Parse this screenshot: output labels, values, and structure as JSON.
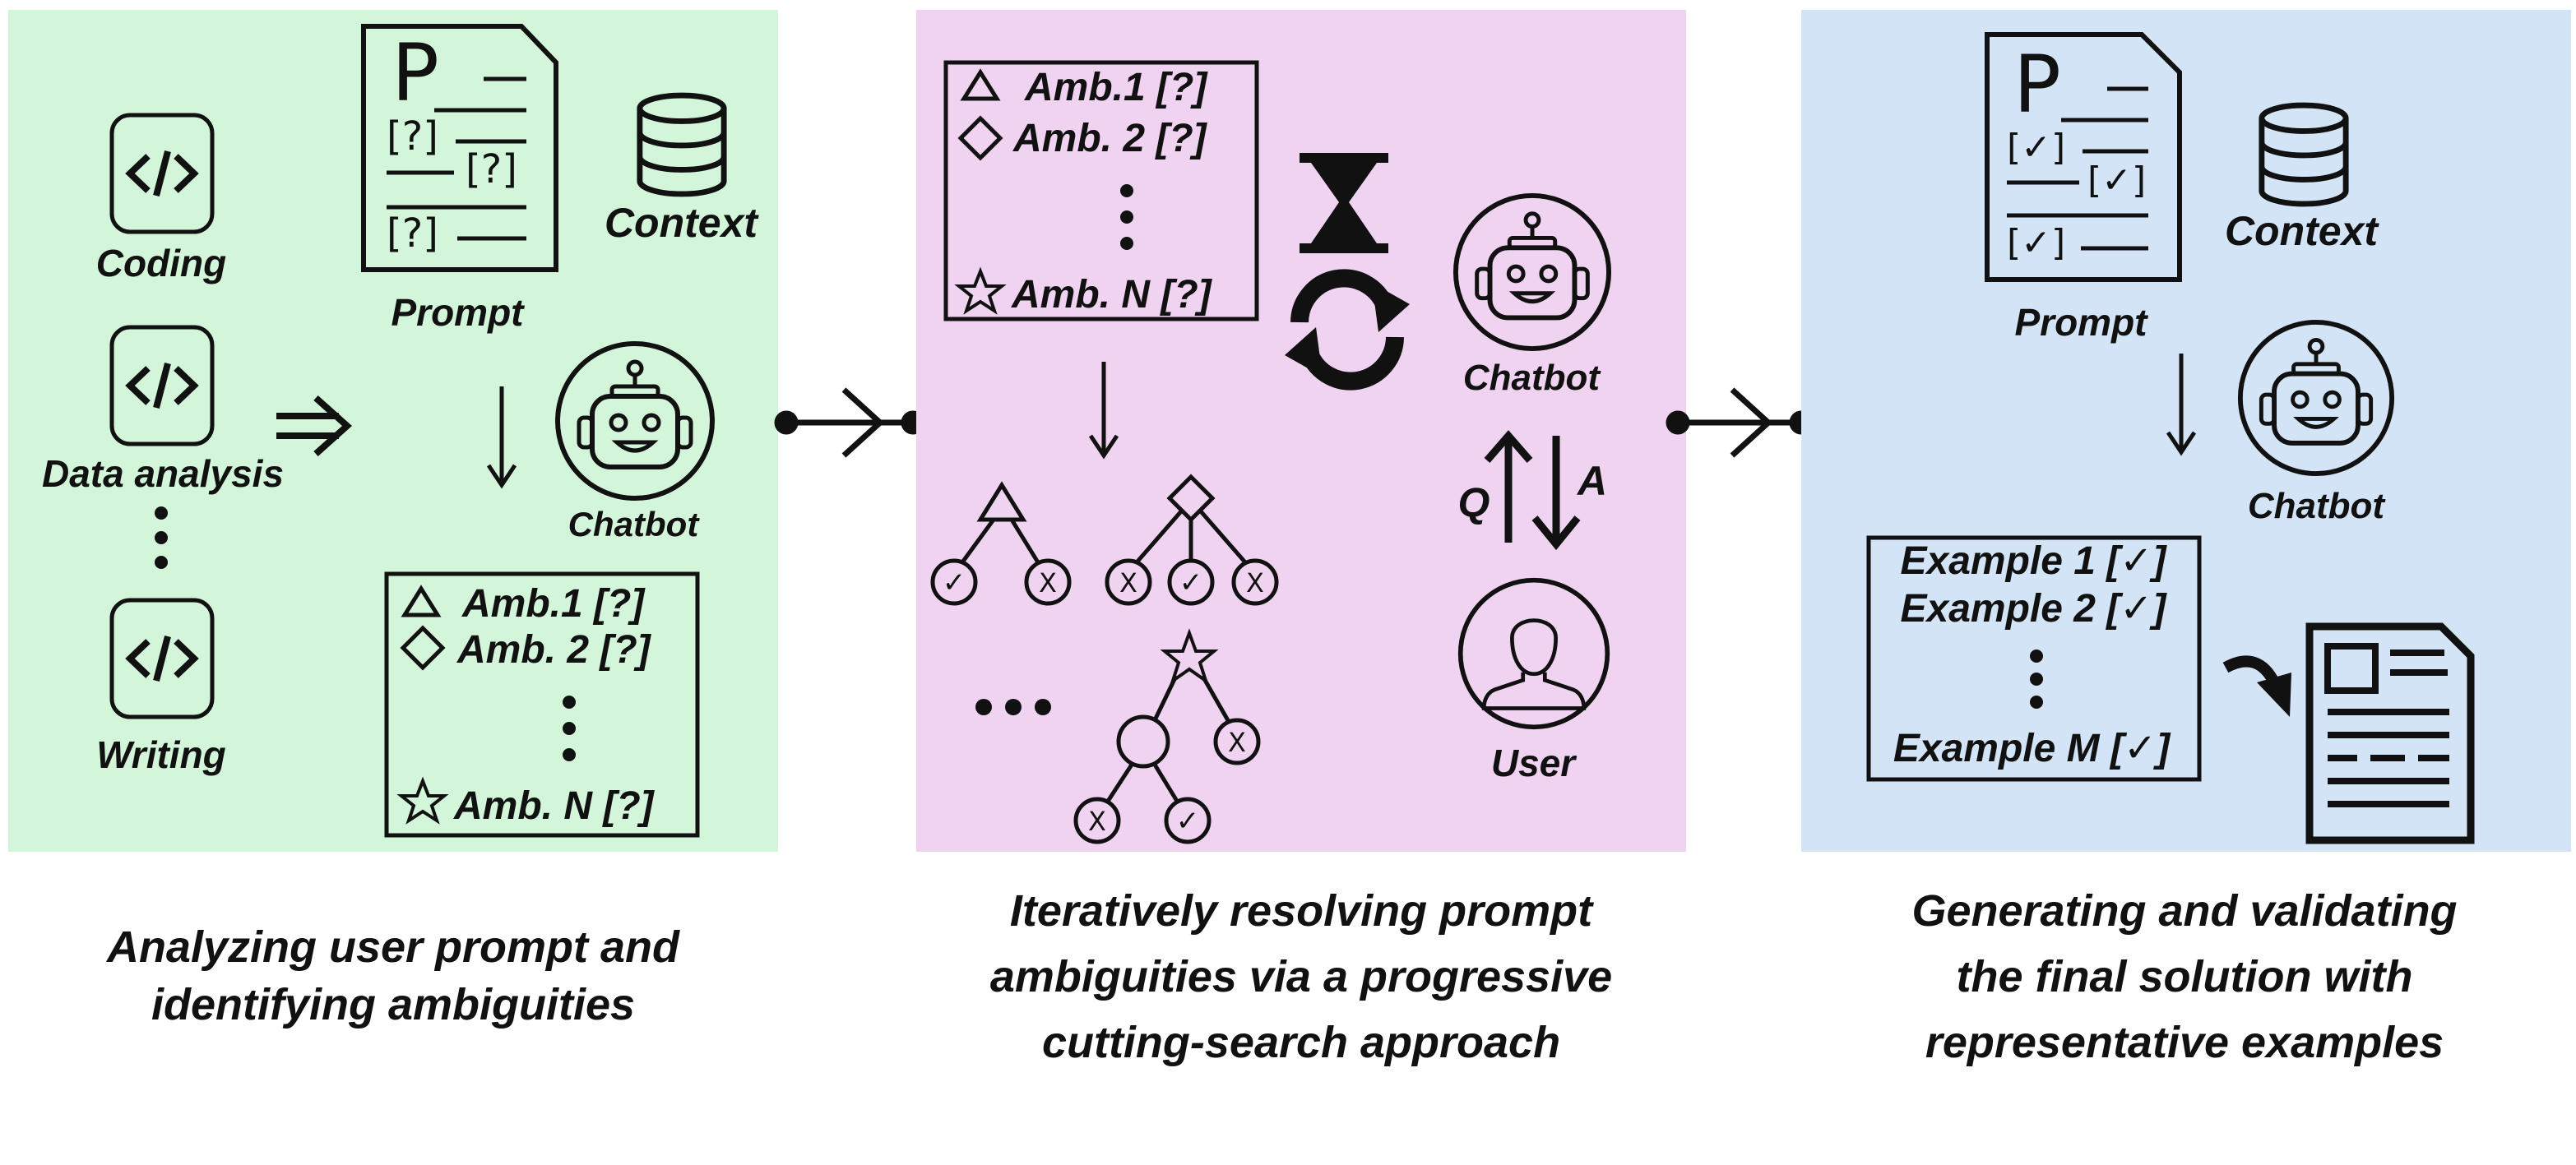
{
  "colors": {
    "panel1": "#d3f6da",
    "panel2": "#f0d3f0",
    "panel3": "#d3e4f6",
    "ink": "#111111"
  },
  "panel1": {
    "tasks": [
      "Coding",
      "Data analysis",
      "Writing"
    ],
    "prompt_letter": "P",
    "prompt_marks": [
      "[?]",
      "[?]",
      "[?]"
    ],
    "prompt_label": "Prompt",
    "context_label": "Context",
    "chatbot_label": "Chatbot",
    "ambiguities": [
      "Amb.1 [?]",
      "Amb. 2 [?]",
      "Amb. N [?]"
    ],
    "caption": [
      "Analyzing user prompt and",
      "identifying ambiguities"
    ]
  },
  "panel2": {
    "ambiguities": [
      "Amb.1 [?]",
      "Amb. 2 [?]",
      "Amb. N [?]"
    ],
    "chatbot_label": "Chatbot",
    "user_label": "User",
    "q_label": "Q",
    "a_label": "A",
    "check_glyph": "✓",
    "cross_glyph": "X",
    "caption": [
      "Iteratively resolving prompt",
      "ambiguities via a progressive",
      "cutting-search approach"
    ]
  },
  "panel3": {
    "prompt_letter": "P",
    "prompt_marks": [
      "[✓]",
      "[✓]",
      "[✓]"
    ],
    "prompt_label": "Prompt",
    "context_label": "Context",
    "chatbot_label": "Chatbot",
    "examples": [
      "Example 1 [✓]",
      "Example 2 [✓]",
      "Example M [✓]"
    ],
    "caption": [
      "Generating and validating",
      "the final solution with",
      "representative examples"
    ]
  },
  "icons": {
    "code": "code-icon",
    "database": "database-icon",
    "robot": "robot-icon",
    "user": "user-icon",
    "hourglass": "hourglass-icon",
    "refresh": "refresh-icon",
    "document": "document-icon",
    "triangle": "triangle-icon",
    "diamond": "diamond-icon",
    "star": "star-icon"
  }
}
